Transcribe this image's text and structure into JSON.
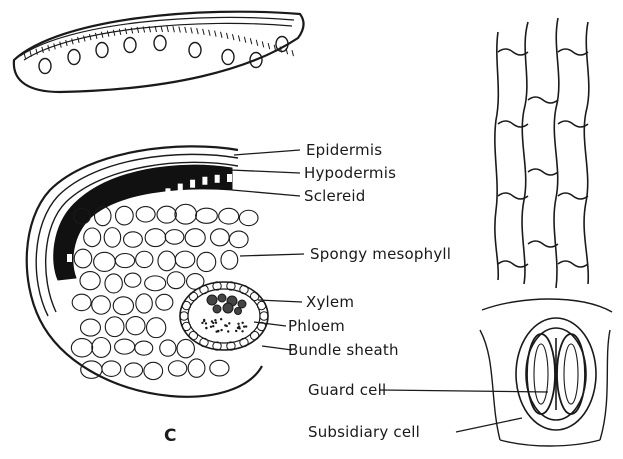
{
  "figure": {
    "panel_letter": "C",
    "labels": {
      "epidermis": "Epidermis",
      "hypodermis": "Hypodermis",
      "sclereid": "Sclereid",
      "spongy_mesophyll": "Spongy mesophyll",
      "xylem": "Xylem",
      "phloem": "Phloem",
      "bundle_sheath": "Bundle sheath",
      "guard_cell": "Guard cell",
      "subsidiary_cell": "Subsidiary cell"
    },
    "colors": {
      "ink": "#1a1a1a",
      "background": "#ffffff"
    }
  }
}
